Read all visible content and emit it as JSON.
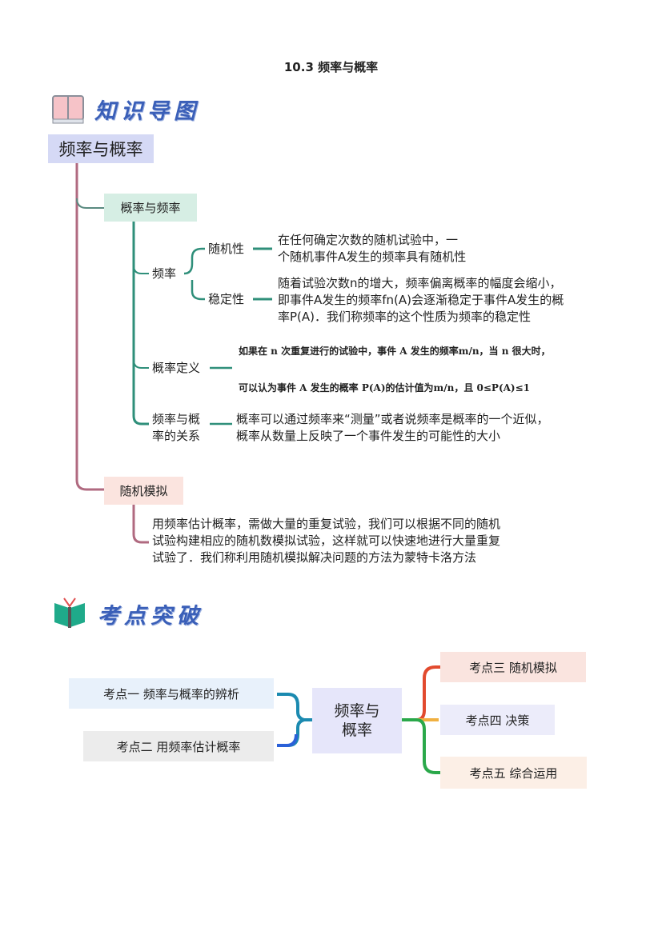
{
  "title": "10.3  频率与概率",
  "section1": {
    "header": "知识导图"
  },
  "mindmap": {
    "root": "频率与概率",
    "branch1": {
      "label": "概率与频率",
      "freq": {
        "label": "频率",
        "random": {
          "label": "随机性",
          "text": [
            "在任何确定次数的随机试验中，一",
            "个随机事件A发生的频率具有随机性"
          ]
        },
        "stable": {
          "label": "稳定性",
          "text": [
            "随着试验次数n的增大，频率偏离概率的幅度会缩小，",
            "即事件A发生的频率fn(A)会逐渐稳定于事件A发生的概",
            "率P(A)．我们称频率的这个性质为频率的稳定性"
          ]
        }
      },
      "definition": {
        "label": "概率定义",
        "text": [
          "如果在 n 次重复进行的试验中，事件 A 发生的频率m/n，当 n 很大时，",
          "可以认为事件 A 发生的概率 P(A)的估计值为m/n，且 0≤P(A)≤1"
        ]
      },
      "relation": {
        "label": [
          "频率与概",
          "率的关系"
        ],
        "text": [
          "概率可以通过频率来“测量”或者说频率是概率的一个近似，",
          "概率从数量上反映了一个事件发生的可能性的大小"
        ]
      }
    },
    "branch2": {
      "label": "随机模拟",
      "text": [
        "用频率估计概率，需做大量的重复试验，我们可以根据不同的随机",
        "试验构建相应的随机数模拟试验，这样就可以快速地进行大量重复",
        "试验了．我们称利用随机模拟解决问题的方法为蒙特卡洛方法"
      ]
    }
  },
  "section2": {
    "header": "考点突破"
  },
  "topics": {
    "center": [
      "频率与",
      "概率"
    ],
    "left": [
      "考点一  频率与概率的辨析",
      "考点二  用频率估计概率"
    ],
    "right": [
      "考点三  随机模拟",
      "考点四  决策",
      "考点五  综合运用"
    ]
  }
}
